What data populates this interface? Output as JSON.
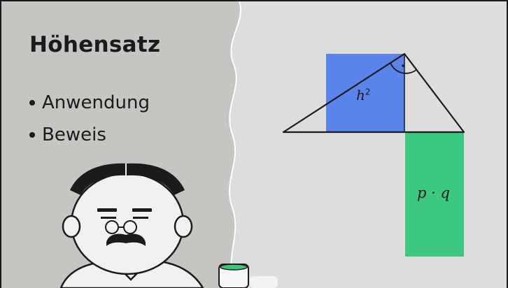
{
  "title": "Höhensatz",
  "bullets": [
    {
      "label": "Anwendung"
    },
    {
      "label": "Beweis"
    }
  ],
  "diagram": {
    "square_label_base": "h",
    "square_label_exp": "2",
    "rect_label": "p · q"
  },
  "colors": {
    "left_panel": "#c6c5c1",
    "right_panel": "#dddddd",
    "square": "#5b84ea",
    "rectangle": "#3cc97f",
    "ink": "#1b1b1b"
  },
  "icons": {
    "right_angle": "right-angle-marker-icon",
    "character": "professor-character"
  }
}
